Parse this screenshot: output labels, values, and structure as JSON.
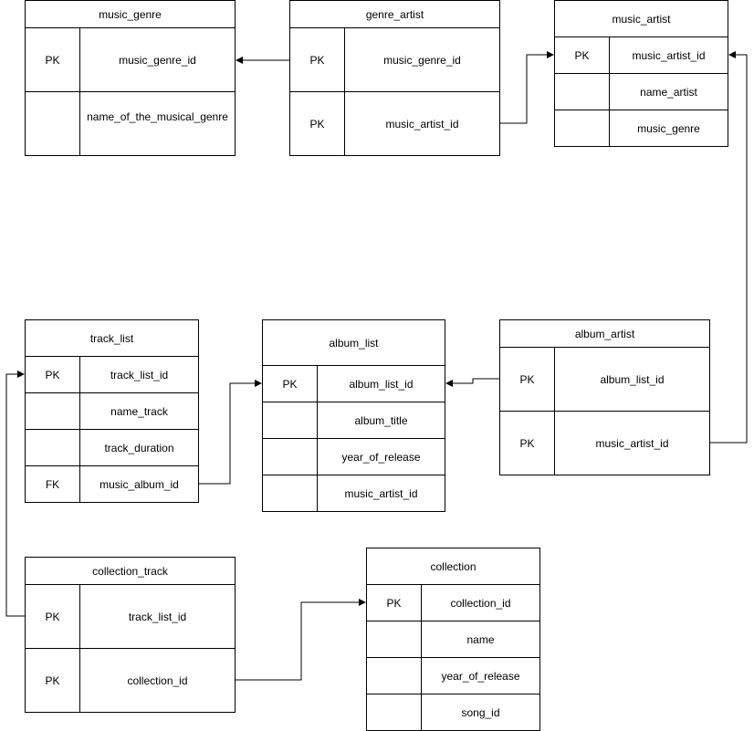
{
  "tables": {
    "music_genre": {
      "title": "music_genre",
      "rows": [
        {
          "key": "PK",
          "name": "music_genre_id"
        },
        {
          "key": "",
          "name": "name_of_the_musical_genre"
        }
      ]
    },
    "genre_artist": {
      "title": "genre_artist",
      "rows": [
        {
          "key": "PK",
          "name": "music_genre_id"
        },
        {
          "key": "PK",
          "name": "music_artist_id"
        }
      ]
    },
    "music_artist": {
      "title": "music_artist",
      "rows": [
        {
          "key": "PK",
          "name": "music_artist_id"
        },
        {
          "key": "",
          "name": "name_artist"
        },
        {
          "key": "",
          "name": "music_genre"
        }
      ]
    },
    "track_list": {
      "title": "track_list",
      "rows": [
        {
          "key": "PK",
          "name": "track_list_id"
        },
        {
          "key": "",
          "name": "name_track"
        },
        {
          "key": "",
          "name": "track_duration"
        },
        {
          "key": "FK",
          "name": "music_album_id"
        }
      ]
    },
    "album_list": {
      "title": "album_list",
      "rows": [
        {
          "key": "PK",
          "name": "album_list_id"
        },
        {
          "key": "",
          "name": "album_title"
        },
        {
          "key": "",
          "name": "year_of_release"
        },
        {
          "key": "",
          "name": "music_artist_id"
        }
      ]
    },
    "album_artist": {
      "title": "album_artist",
      "rows": [
        {
          "key": "PK",
          "name": "album_list_id"
        },
        {
          "key": "PK",
          "name": "music_artist_id"
        }
      ]
    },
    "collection_track": {
      "title": "collection_track",
      "rows": [
        {
          "key": "PK",
          "name": "track_list_id"
        },
        {
          "key": "PK",
          "name": "collection_id"
        }
      ]
    },
    "collection": {
      "title": "collection",
      "rows": [
        {
          "key": "PK",
          "name": "collection_id"
        },
        {
          "key": "",
          "name": "name"
        },
        {
          "key": "",
          "name": "year_of_release"
        },
        {
          "key": "",
          "name": "song_id"
        }
      ]
    }
  }
}
